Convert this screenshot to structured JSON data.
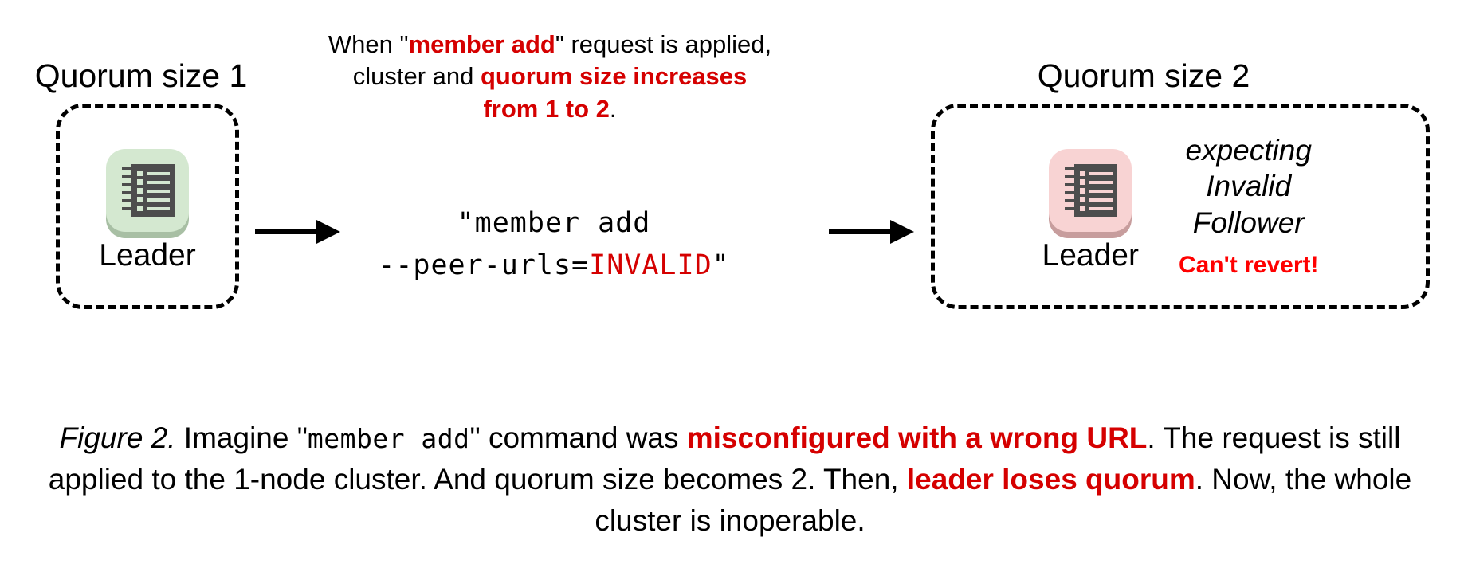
{
  "figure": {
    "top_note": {
      "segments": [
        {
          "text": "When \"",
          "style": "plain"
        },
        {
          "text": "member add",
          "style": "red-bold"
        },
        {
          "text": "\" request is applied, cluster and ",
          "style": "plain"
        },
        {
          "text": "quorum size increases from 1 to 2",
          "style": "red-bold"
        },
        {
          "text": ".",
          "style": "plain"
        }
      ],
      "line1_plain_a": "When \"",
      "line1_red": "member add",
      "line1_plain_b": "\" request is applied,",
      "line2_plain": "cluster and ",
      "line2_red": "quorum size increases",
      "line3_red": "from 1 to 2",
      "line3_plain": "."
    },
    "left_cluster": {
      "caption": "Quorum size 1",
      "node_label": "Leader",
      "icon": "ledger-icon",
      "tile_color": "#d4e8d0",
      "shadow_color": "#a8bfa4"
    },
    "right_cluster": {
      "caption": "Quorum size 2",
      "node_label": "Leader",
      "icon": "ledger-icon",
      "tile_color": "#f8d3d3",
      "shadow_color": "#c79d9d",
      "status_lines": [
        "expecting",
        "Invalid",
        "Follower"
      ],
      "alert": "Can't revert!",
      "alert_color": "#ff0000"
    },
    "command": {
      "line1": "\"member add",
      "line2_plain": "--peer-urls=",
      "line2_red": "INVALID",
      "line2_close": "\"",
      "full": "\"member add --peer-urls=INVALID\""
    },
    "arrows": {
      "left_arrow": "arrow-right-icon",
      "right_arrow": "arrow-right-icon"
    },
    "caption": {
      "label": "Figure 2.",
      "seg_1": " Imagine \"",
      "seg_mono": "member add",
      "seg_2": "\" command was ",
      "seg_red_1": "misconfigured with a wrong URL",
      "seg_3": ". The request is still applied to the 1-node cluster. And quorum size becomes 2. Then, ",
      "seg_red_2": "leader loses quorum",
      "seg_4": ". Now, the whole cluster is inoperable."
    },
    "colors": {
      "red_accent": "#d50000",
      "alert_red": "#ff0000",
      "icon_gray": "#4d4d4d",
      "background": "#ffffff"
    }
  }
}
